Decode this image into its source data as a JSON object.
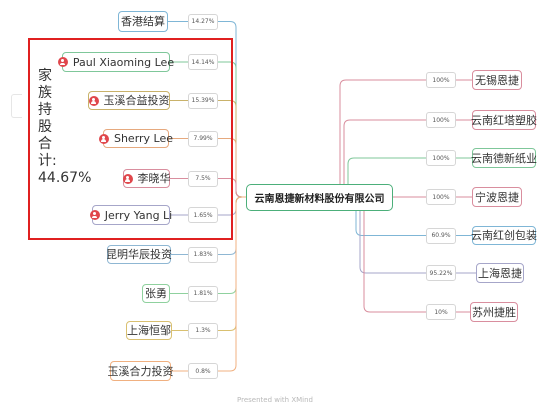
{
  "center": {
    "label": "云南恩捷新材料股份有限公司"
  },
  "family": {
    "label_chars": [
      "家",
      "族",
      "持",
      "股",
      "合",
      "计:"
    ],
    "total": "44.67%"
  },
  "shareholders": [
    {
      "name": "香港结算",
      "pct": "14.27%",
      "person": false,
      "color": "#7fb6d6"
    },
    {
      "name": "Paul Xiaoming Lee",
      "pct": "14.14%",
      "person": true,
      "color": "#7fc79a"
    },
    {
      "name": "玉溪合益投资",
      "pct": "15.39%",
      "person": true,
      "color": "#c9b26a"
    },
    {
      "name": "Sherry Lee",
      "pct": "7.99%",
      "person": true,
      "color": "#e6a97e"
    },
    {
      "name": "李晓华",
      "pct": "7.5%",
      "person": true,
      "color": "#d98e9e"
    },
    {
      "name": "Jerry Yang Li",
      "pct": "1.65%",
      "person": true,
      "color": "#a6a6c9"
    },
    {
      "name": "昆明华辰投资",
      "pct": "1.83%",
      "person": false,
      "color": "#8fb7d3"
    },
    {
      "name": "张勇",
      "pct": "1.81%",
      "person": false,
      "color": "#8fd19e"
    },
    {
      "name": "上海恒邹",
      "pct": "1.3%",
      "person": false,
      "color": "#d9c070"
    },
    {
      "name": "玉溪合力投资",
      "pct": "0.8%",
      "person": false,
      "color": "#f0b080"
    }
  ],
  "subsidiaries": [
    {
      "name": "无锡恩捷",
      "pct": "100%",
      "color": "#d98e9e"
    },
    {
      "name": "云南红塔塑胶",
      "pct": "100%",
      "color": "#d98e9e"
    },
    {
      "name": "云南德新纸业",
      "pct": "100%",
      "color": "#7fc79a"
    },
    {
      "name": "宁波恩捷",
      "pct": "100%",
      "color": "#d98e9e"
    },
    {
      "name": "云南红创包装",
      "pct": "60.9%",
      "color": "#7fb6d6"
    },
    {
      "name": "上海恩捷",
      "pct": "95.22%",
      "color": "#a6a6c9"
    },
    {
      "name": "苏州捷胜",
      "pct": "10%",
      "color": "#d98e9e"
    }
  ],
  "watermark": "Presented with XMind"
}
